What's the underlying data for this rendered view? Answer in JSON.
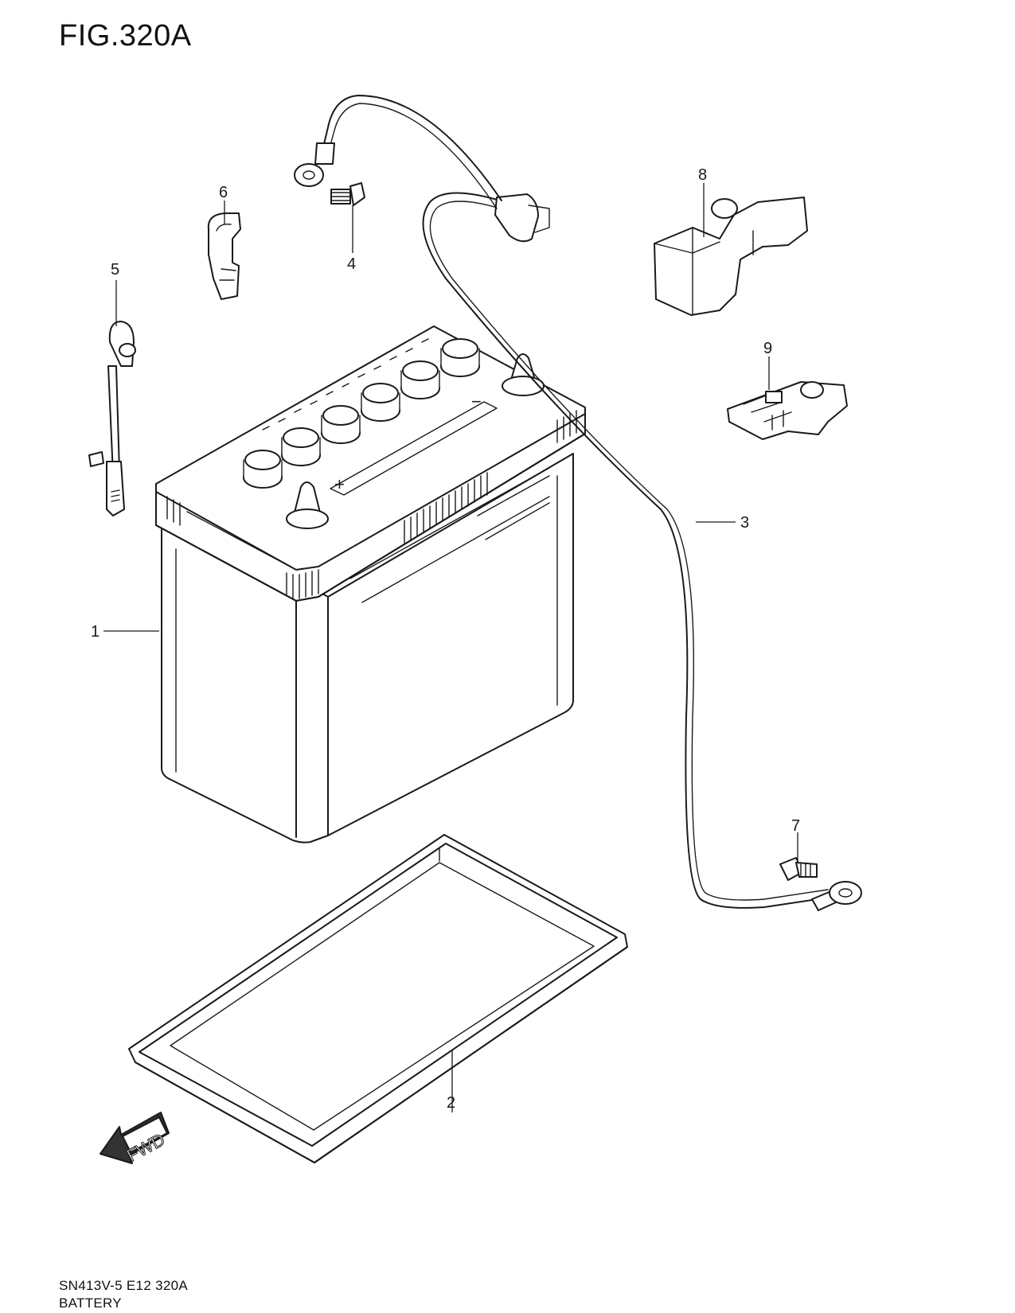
{
  "figure": {
    "title": "FIG.320A"
  },
  "footer": {
    "code": "SN413V-5 E12 320A",
    "name": "BATTERY"
  },
  "fwd_label": "FWD",
  "parts": [
    {
      "ref": "1",
      "name": "battery-part"
    },
    {
      "ref": "2",
      "name": "battery-tray-part"
    },
    {
      "ref": "3",
      "name": "battery-cable-part"
    },
    {
      "ref": "4",
      "name": "bolt-part"
    },
    {
      "ref": "5",
      "name": "breather-hose-part"
    },
    {
      "ref": "6",
      "name": "clamp-part"
    },
    {
      "ref": "7",
      "name": "bolt-part"
    },
    {
      "ref": "8",
      "name": "terminal-cover-part"
    },
    {
      "ref": "9",
      "name": "terminal-part"
    }
  ]
}
